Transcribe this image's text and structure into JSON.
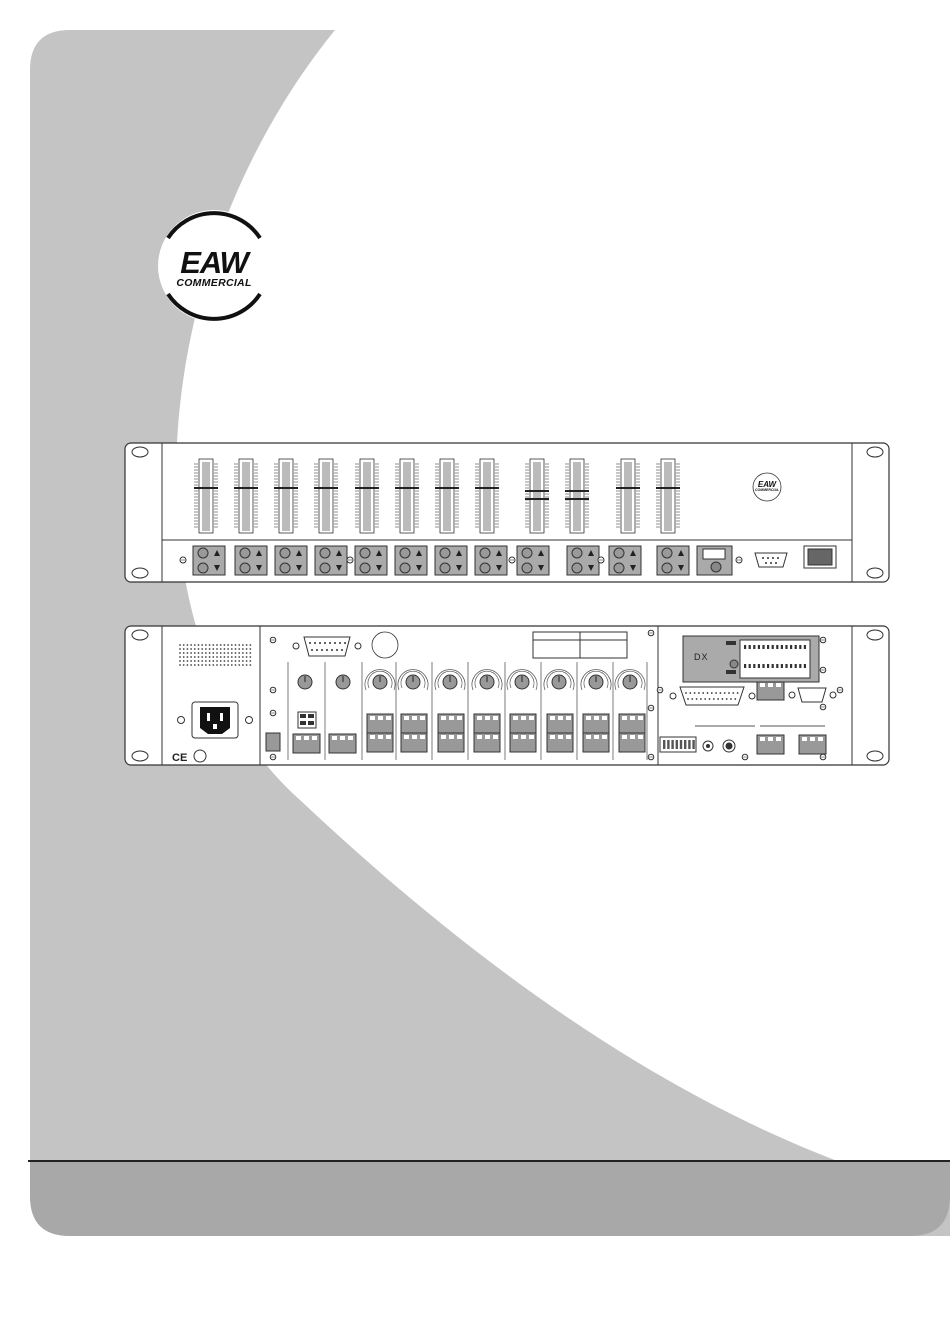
{
  "brand": {
    "wordmark": "EAW",
    "subline": "COMMERCIAL",
    "small_wordmark": "EAW",
    "small_subline": "COMMERCIAL"
  },
  "rear_panel": {
    "module_label": "DX"
  },
  "colors": {
    "background_gray": "#c4c4c4",
    "footer_gray": "#a8a8a8",
    "panel_stroke": "#333333",
    "panel_fill": "#ffffff",
    "control_gray": "#9c9c9c"
  }
}
